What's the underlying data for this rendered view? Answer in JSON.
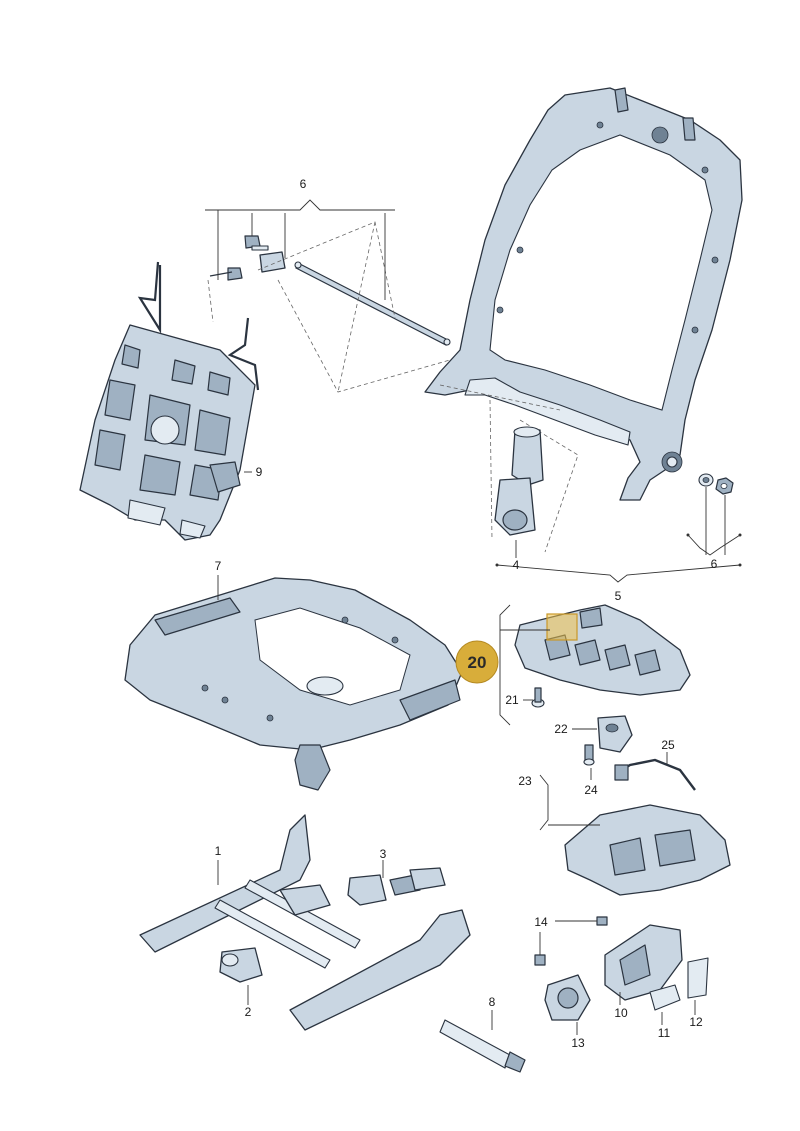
{
  "callouts": {
    "c1": "1",
    "c2": "2",
    "c3": "3",
    "c4": "4",
    "c5": "5",
    "c6_top": "6",
    "c6_right": "6",
    "c7": "7",
    "c8": "8",
    "c9": "9",
    "c10": "10",
    "c11": "11",
    "c12": "12",
    "c13": "13",
    "c14": "14",
    "c21": "21",
    "c22": "22",
    "c23": "23",
    "c24": "24",
    "c25": "25"
  },
  "highlight": {
    "badge": "20",
    "badge_color": "#d8ad3a",
    "box_color": "#f0c24a"
  },
  "colors": {
    "part_fill": "#c9d6e2",
    "outline": "#2b3440"
  }
}
